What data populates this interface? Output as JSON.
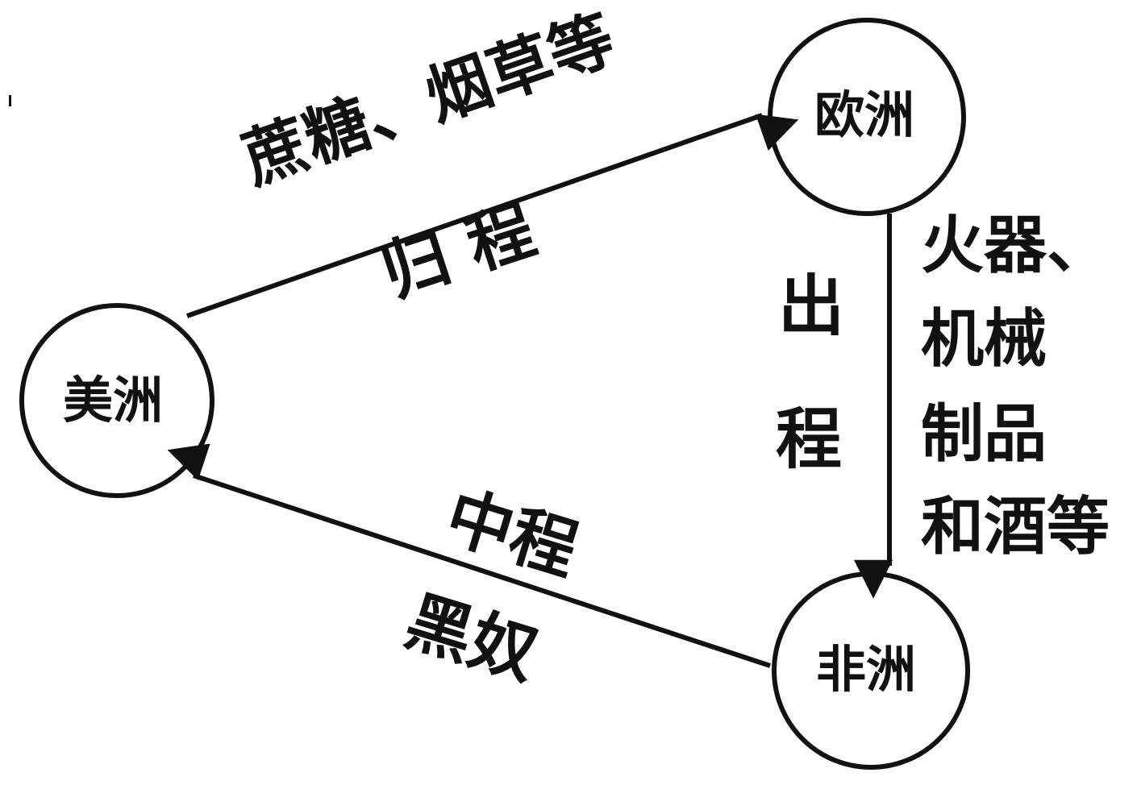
{
  "nodes": {
    "americas": "美洲",
    "europe": "欧洲",
    "africa": "非洲"
  },
  "edges": {
    "return_leg": {
      "goods": "蔗糖、烟草等",
      "name": "归 程"
    },
    "outbound_leg": {
      "name_top": "出",
      "name_bottom": "程",
      "goods": [
        "火器、",
        "机械",
        "制品",
        "和酒等"
      ]
    },
    "middle_leg": {
      "name": "中程",
      "goods": "黑奴"
    }
  },
  "colors": {
    "stroke": "#111111",
    "background": "#ffffff"
  }
}
